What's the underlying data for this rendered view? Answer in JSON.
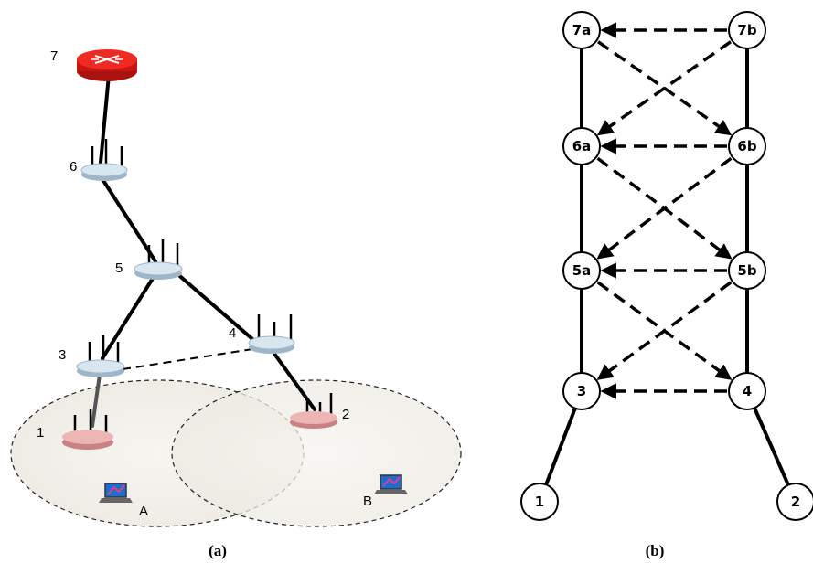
{
  "panel_a": {
    "caption": "(a)",
    "nodes": [
      {
        "id": "7",
        "label": "7",
        "kind": "router-icon"
      },
      {
        "id": "6",
        "label": "6",
        "kind": "access-point-icon"
      },
      {
        "id": "5",
        "label": "5",
        "kind": "access-point-icon"
      },
      {
        "id": "4",
        "label": "4",
        "kind": "access-point-icon"
      },
      {
        "id": "3",
        "label": "3",
        "kind": "access-point-icon"
      },
      {
        "id": "2",
        "label": "2",
        "kind": "gateway-icon"
      },
      {
        "id": "1",
        "label": "1",
        "kind": "gateway-icon"
      }
    ],
    "links": [
      {
        "from": "7",
        "to": "6",
        "style": "solid"
      },
      {
        "from": "6",
        "to": "5",
        "style": "solid"
      },
      {
        "from": "5",
        "to": "3",
        "style": "solid"
      },
      {
        "from": "5",
        "to": "4",
        "style": "solid"
      },
      {
        "from": "3",
        "to": "4",
        "style": "dashed"
      },
      {
        "from": "3",
        "to": "1",
        "style": "solid"
      },
      {
        "from": "4",
        "to": "2",
        "style": "solid"
      }
    ],
    "areas": [
      {
        "label": "A",
        "icon": "laptop-icon"
      },
      {
        "label": "B",
        "icon": "laptop-icon"
      }
    ],
    "colors": {
      "router": "#e8231f",
      "gateway": "#e8a9a9",
      "ap": "#c9dbe8",
      "area_fill": "#f3f1ec"
    }
  },
  "panel_b": {
    "caption": "(b)",
    "nodes": [
      "7a",
      "7b",
      "6a",
      "6b",
      "5a",
      "5b",
      "3",
      "4",
      "1",
      "2"
    ],
    "solid_links": [
      [
        "7a",
        "6a"
      ],
      [
        "6a",
        "5a"
      ],
      [
        "5a",
        "3"
      ],
      [
        "7b",
        "6b"
      ],
      [
        "6b",
        "5b"
      ],
      [
        "5b",
        "4"
      ],
      [
        "3",
        "1"
      ],
      [
        "4",
        "2"
      ]
    ],
    "dashed_links": [
      [
        "7b",
        "7a"
      ],
      [
        "6b",
        "6a"
      ],
      [
        "5b",
        "5a"
      ],
      [
        "4",
        "3"
      ],
      [
        "7a",
        "6b"
      ],
      [
        "7b",
        "6a"
      ],
      [
        "6a",
        "5b"
      ],
      [
        "6b",
        "5a"
      ],
      [
        "5a",
        "4"
      ],
      [
        "5b",
        "3"
      ]
    ]
  }
}
